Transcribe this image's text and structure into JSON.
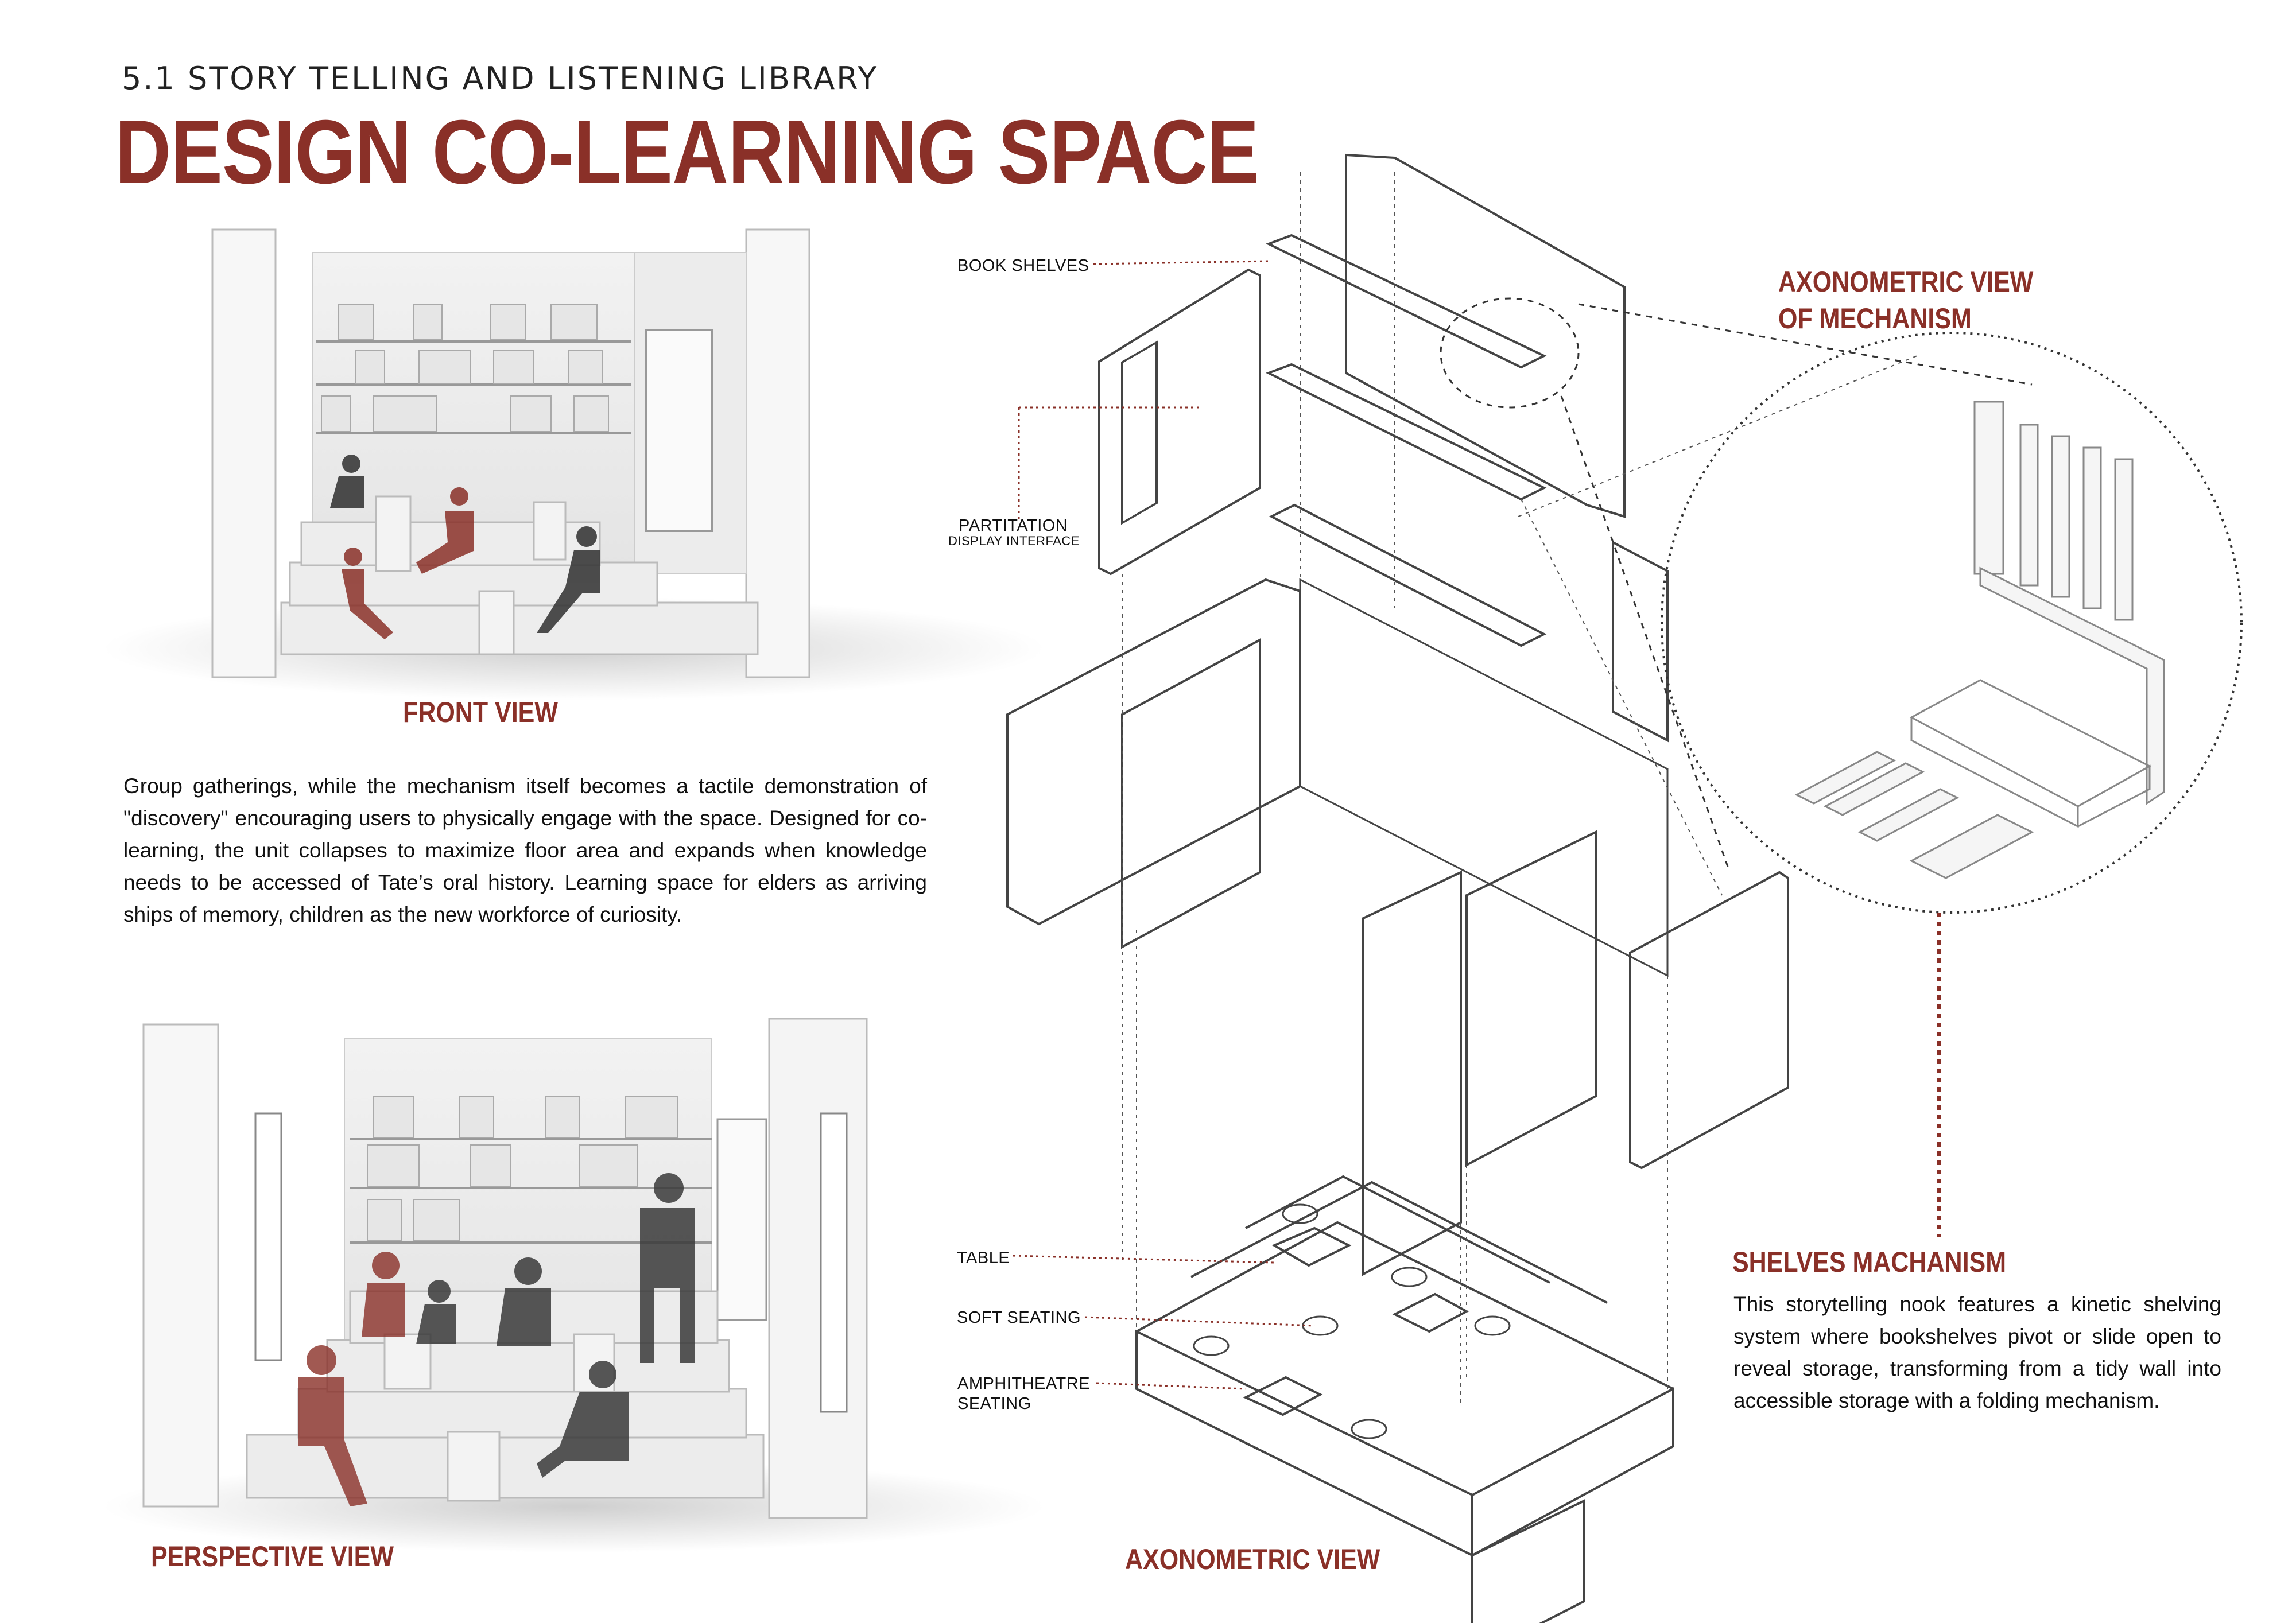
{
  "header": {
    "subtitle": "5.1 STORY TELLING AND LISTENING LIBRARY",
    "title": "DESIGN CO-LEARNING SPACE"
  },
  "front_view": {
    "label": "FRONT VIEW"
  },
  "perspective_view": {
    "label": "PERSPECTIVE VIEW"
  },
  "axonometric": {
    "label": "AXONOMETRIC VIEW",
    "callouts": {
      "book_shelves": "BOOK SHELVES",
      "partitation": "PARTITATION",
      "display_interface": "DISPLAY INTERFACE",
      "table": "TABLE",
      "soft_seating": "SOFT SEATING",
      "amphitheatre_1": "AMPHITHEATRE",
      "amphitheatre_2": "SEATING"
    }
  },
  "mechanism_view": {
    "label_line1": "AXONOMETRIC VIEW",
    "label_line2": "OF MECHANISM"
  },
  "description": "Group gatherings, while the mechanism itself becomes a tactile demonstration of \"discovery\" encouraging users to physically engage with the space. Designed for co-learning, the unit collapses to maximize floor area and expands when knowledge needs to be accessed of Tate’s oral history. Learning space for elders as arriving ships of memory, children as the new workforce of curiosity.",
  "shelves_mechanism": {
    "title": "SHELVES MACHANISM",
    "text": "This storytelling nook features a kinetic shelving system where bookshelves pivot or slide open to reveal storage, transforming from a tidy wall into accessible storage with a folding mechanism."
  },
  "colors": {
    "accent": "#8a3028",
    "figure_dark": "#3a3a3a",
    "background": "#ffffff"
  }
}
